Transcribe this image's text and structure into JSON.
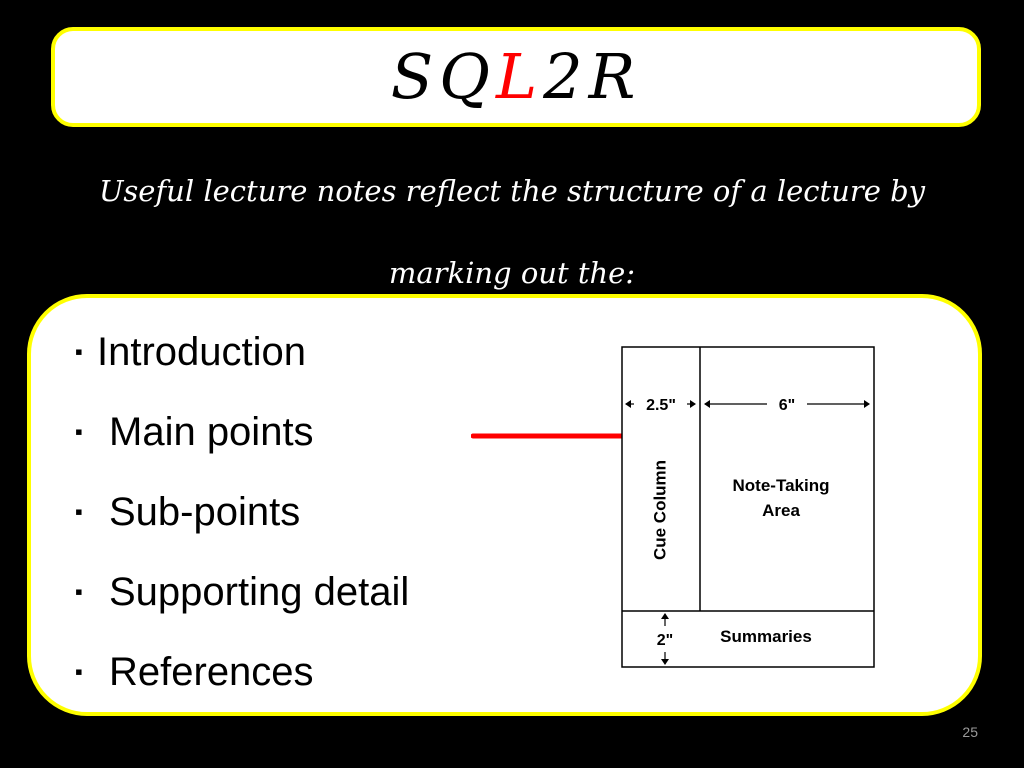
{
  "slide": {
    "title": {
      "part1": "SQ",
      "highlight": "L",
      "part2": "2R"
    },
    "subtitle_line1": "Useful lecture notes reflect the structure of a lecture by",
    "subtitle_line2": "marking out the:",
    "bullets": [
      {
        "marker": "▪",
        "label": "Introduction"
      },
      {
        "marker": "▪",
        "label": "Main points"
      },
      {
        "marker": "▪",
        "label": "Sub-points"
      },
      {
        "marker": "▪",
        "label": "Supporting detail"
      },
      {
        "marker": "▪",
        "label": "References"
      }
    ],
    "diagram": {
      "cue_width": "2.5\"",
      "notes_width": "6\"",
      "cue_label": "Cue Column",
      "notes_label_line1": "Note-Taking",
      "notes_label_line2": "Area",
      "summary_height": "2\"",
      "summary_label": "Summaries"
    },
    "page_number": "25"
  },
  "colors": {
    "background": "#000000",
    "box_border": "#ffff00",
    "title_highlight": "#ff0000",
    "arrow": "#ff0000"
  }
}
